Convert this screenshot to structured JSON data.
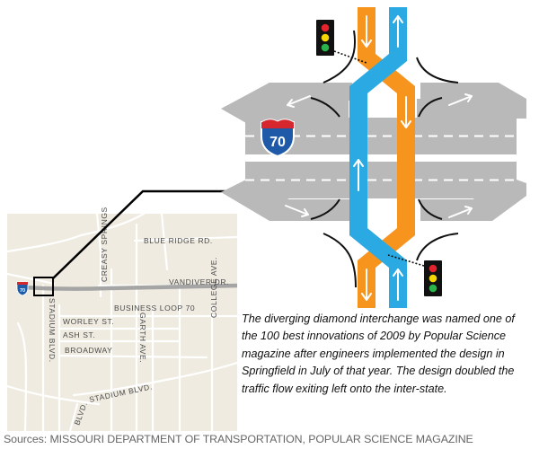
{
  "interstate_shield": {
    "number": "70",
    "map_number": "70"
  },
  "map": {
    "street_labels": {
      "blue_ridge": "BLUE RIDGE RD.",
      "vandiver": "VANDIVER DR.",
      "business_loop": "BUSINESS LOOP 70",
      "worley": "WORLEY ST.",
      "ash": "ASH ST.",
      "broadway": "BROADWAY",
      "stadium_blvd_lower": "STADIUM BLVD.",
      "blvd": "BLVD.",
      "stadium_blvd_vertical": "STADIUM BLVD.",
      "creasy_springs": "CREASY SPRINGS",
      "garth": "GARTH AVE.",
      "college": "COLLEGE AVE."
    }
  },
  "caption": "The diverging diamond interchange was named one of the 100 best innovations of 2009 by Popular Science magazine after engineers implemented the design in Springfield in July of that year. The design doubled the traffic flow exiting left onto the inter-state.",
  "source": "Sources: MISSOURI DEPARTMENT OF TRANSPORTATION, POPULAR SCIENCE MAGAZINE",
  "colors": {
    "blue_lanes": "#2aa9e2",
    "orange_lanes": "#f7941d",
    "road_gray": "#b9b9b9",
    "map_background": "#efebe0",
    "traffic_light_red": "#e5232c",
    "traffic_light_yellow": "#f4d600",
    "traffic_light_green": "#2ab34a"
  }
}
